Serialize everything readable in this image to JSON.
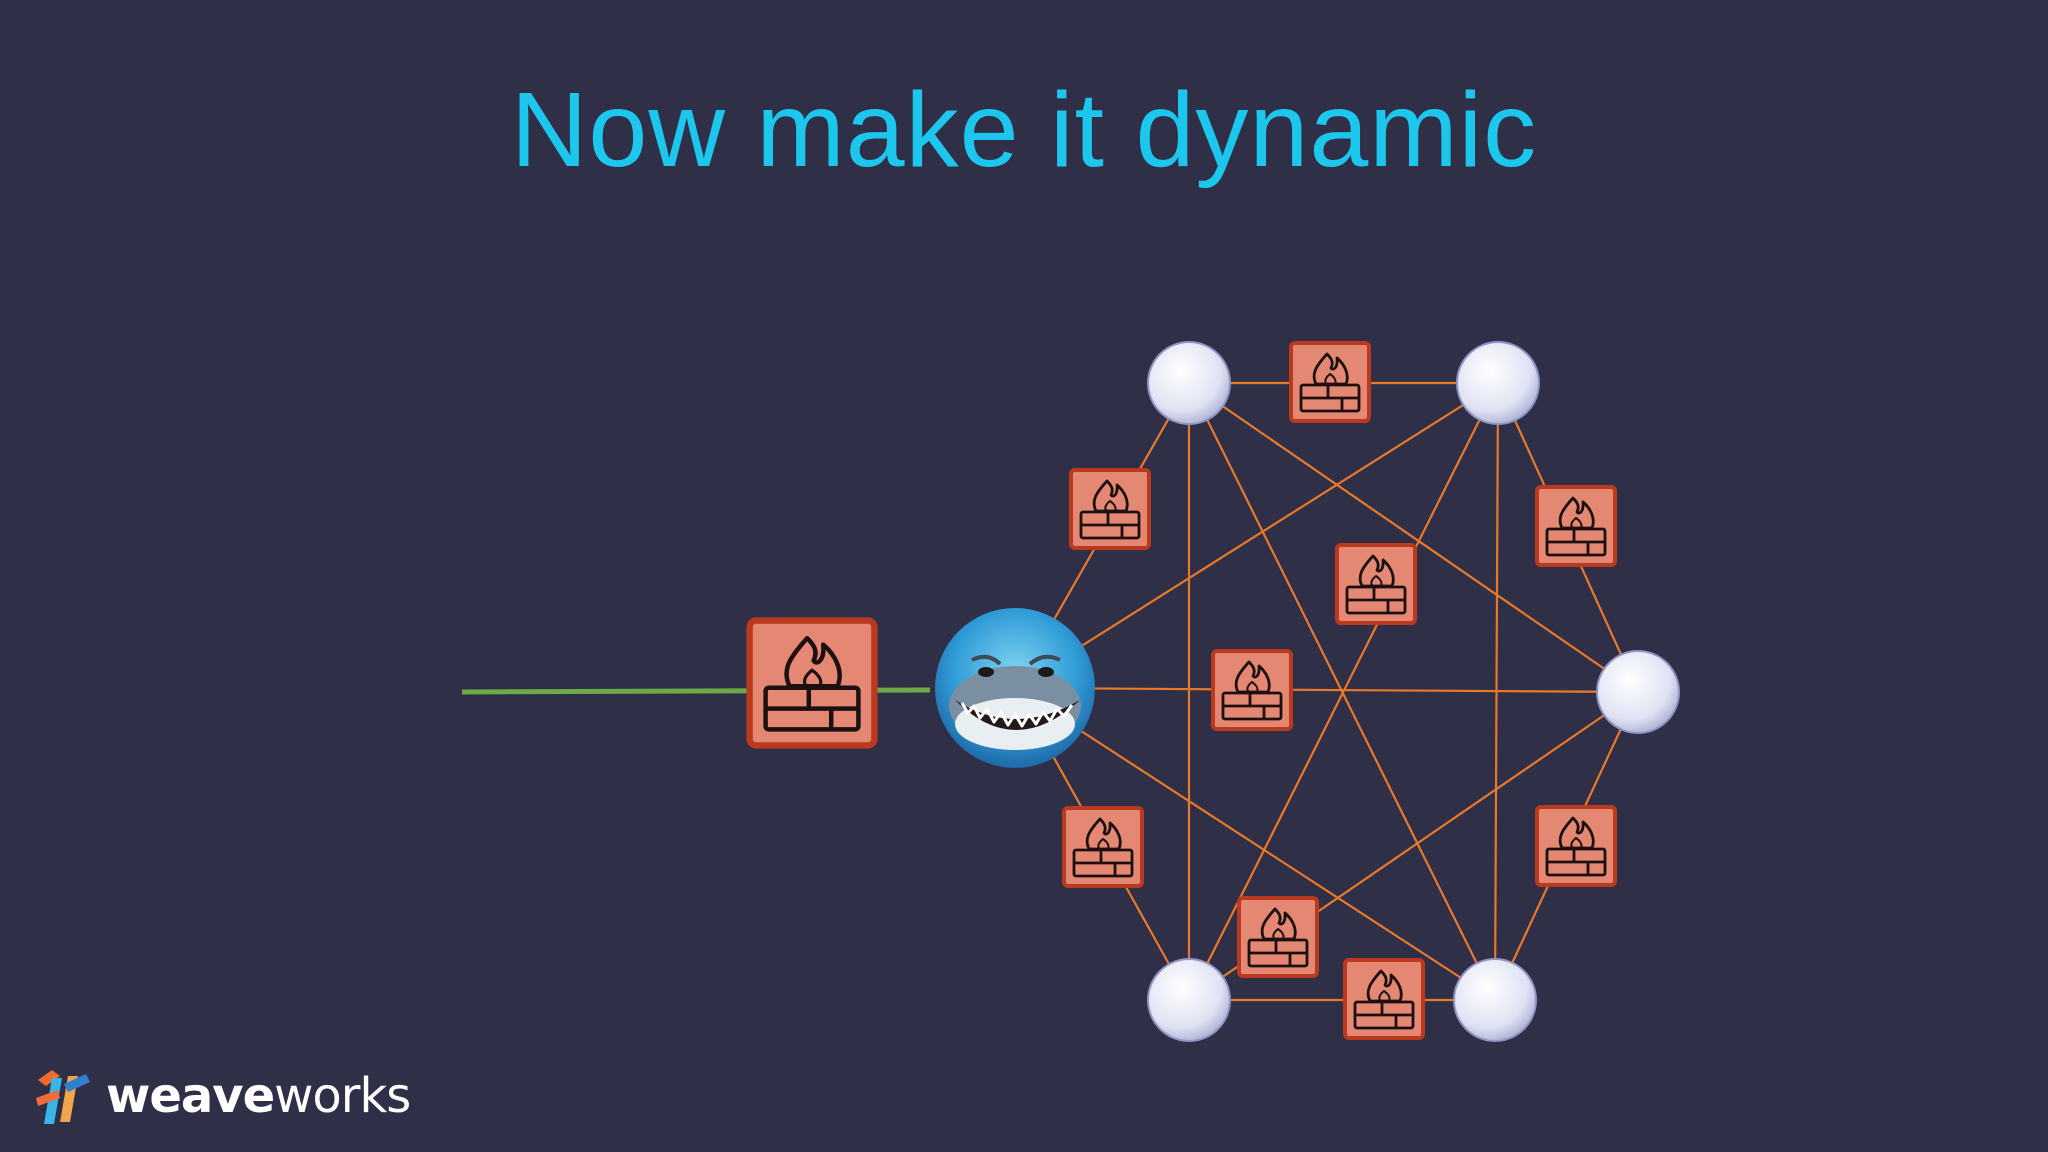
{
  "slide": {
    "title": "Now make it dynamic",
    "logo": {
      "text_bold": "weave",
      "text_regular": "works"
    }
  },
  "colors": {
    "background": "#2f2f47",
    "title": "#1cc6ec",
    "edge": "#e7792a",
    "ingress_line": "#6fa84a",
    "node_fill": "#e6e8f6",
    "firewall_fill": "#e58873",
    "firewall_border": "#b93a1e",
    "firewall_ink": "#1c1010"
  },
  "icons": {
    "node": "circle-node",
    "firewall": "firewall-icon",
    "gateway": "shark-face-icon",
    "logo": "weaveworks-logo-icon"
  }
}
